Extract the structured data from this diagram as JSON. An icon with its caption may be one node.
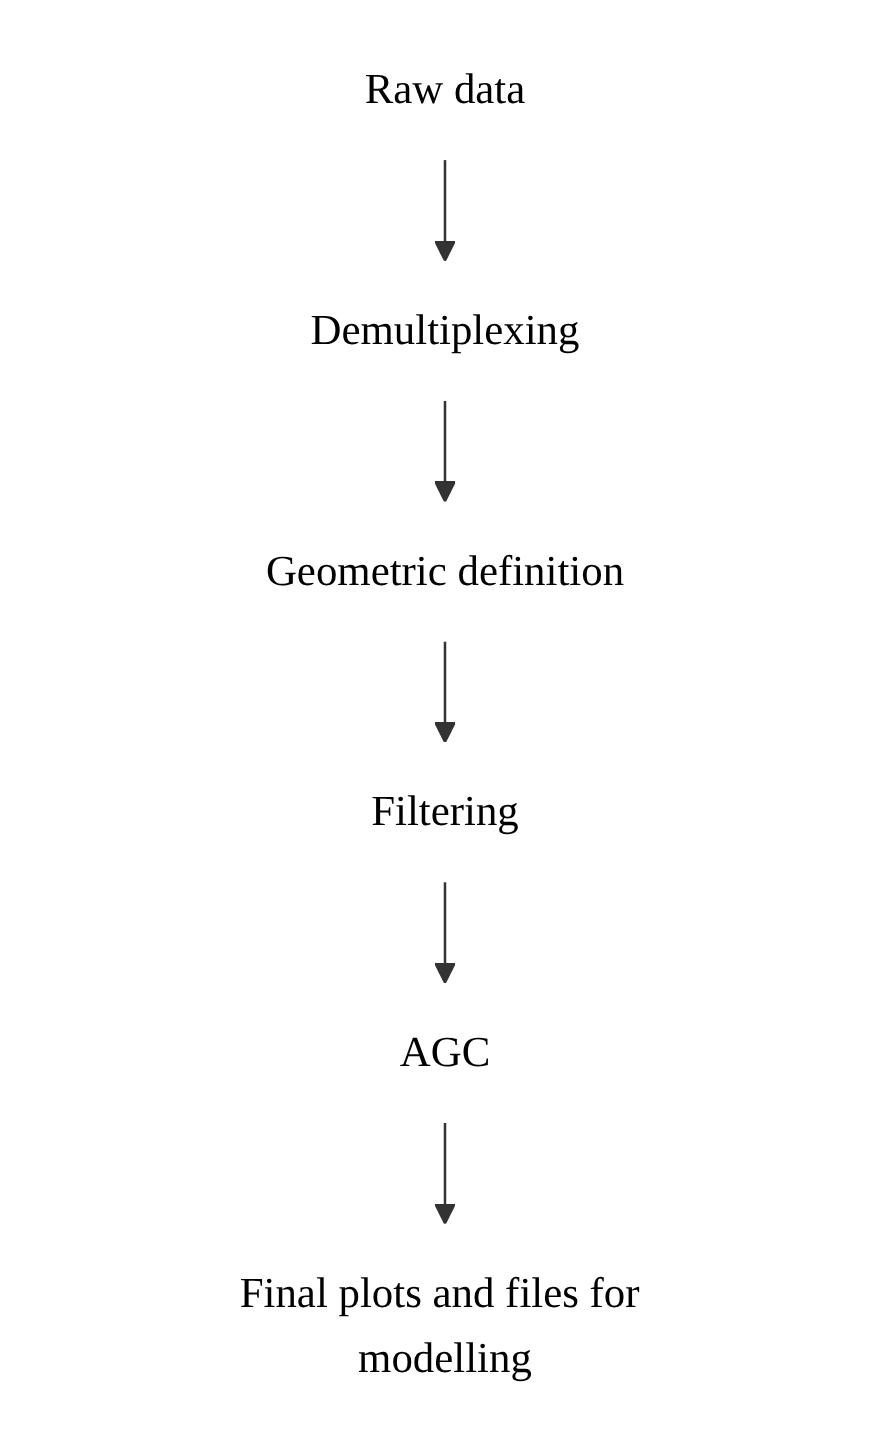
{
  "diagram": {
    "nodes": [
      {
        "text": [
          "Raw data"
        ]
      },
      {
        "text": [
          "Demultiplexing"
        ]
      },
      {
        "text": [
          "Geometric definition"
        ]
      },
      {
        "text": [
          "Filtering"
        ]
      },
      {
        "text": [
          "AGC"
        ]
      },
      {
        "text": [
          "Final plots and files for modelling"
        ]
      }
    ],
    "edges": [
      {
        "from": 0,
        "to": 1,
        "arrow": "to"
      },
      {
        "from": 1,
        "to": 2,
        "arrow": "to"
      },
      {
        "from": 2,
        "to": 3,
        "arrow": "to"
      },
      {
        "from": 3,
        "to": 4,
        "arrow": "to"
      },
      {
        "from": 4,
        "to": 5,
        "arrow": "to"
      }
    ]
  }
}
